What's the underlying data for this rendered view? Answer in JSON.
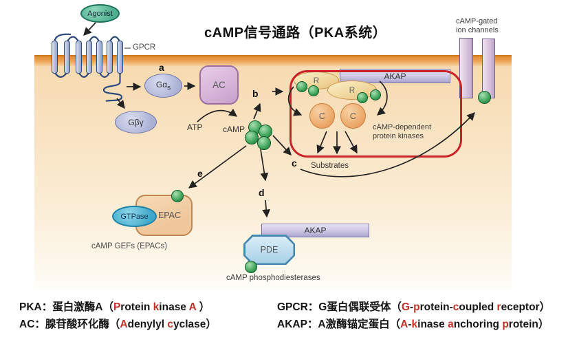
{
  "title": "cAMP信号通路（PKA系统）",
  "colors": {
    "membrane_orange": "#e28c2e",
    "camp_green": "#3fa45a",
    "pka_box_red": "#c92127",
    "legend_red": "#c03228"
  },
  "pathway": {
    "agonist": "Agonist",
    "gpcr": "GPCR",
    "g_alpha_prefix": "Gα",
    "g_alpha_sub": "s",
    "g_beta_gamma": "Gβγ",
    "ac": "AC",
    "atp": "ATP",
    "camp": "cAMP",
    "r_subunit": "R",
    "c_subunit": "C",
    "akap": "AKAP",
    "substrates": "Substrates",
    "pka_caption_line1": "cAMP-dependent",
    "pka_caption_line2": "protein kinases",
    "ion_channel_line1": "cAMP-gated",
    "ion_channel_line2": "ion channels",
    "epac": "EPAC",
    "gtpase": "GTPase",
    "gefs_caption": "cAMP GEFs (EPACs)",
    "pde": "PDE",
    "pde_caption": "cAMP phosphodiesterases",
    "step_a": "a",
    "step_b": "b",
    "step_c": "c",
    "step_d": "d",
    "step_e": "e"
  },
  "legend": {
    "red_color": "#c03228",
    "items": [
      {
        "abbr": "PKA：",
        "cn": "蛋白激酶A",
        "open": "（",
        "close": "）",
        "en": [
          {
            "t": "P",
            "red": true
          },
          {
            "t": "rotein "
          },
          {
            "t": "k",
            "red": true
          },
          {
            "t": "inase "
          },
          {
            "t": "A",
            "red": true
          },
          {
            "t": " "
          }
        ]
      },
      {
        "abbr": "AC：",
        "cn": "腺苷酸环化酶",
        "open": "（",
        "close": "）",
        "en": [
          {
            "t": "A",
            "red": true
          },
          {
            "t": "denylyl "
          },
          {
            "t": "c",
            "red": true
          },
          {
            "t": "yclase"
          }
        ]
      },
      {
        "abbr": "GPCR：",
        "cn": "G蛋白偶联受体",
        "open": "（",
        "close": "）",
        "en": [
          {
            "t": "G",
            "red": true
          },
          {
            "t": "-"
          },
          {
            "t": "p",
            "red": true
          },
          {
            "t": "rotein-"
          },
          {
            "t": "c",
            "red": true
          },
          {
            "t": "oupled "
          },
          {
            "t": "r",
            "red": true
          },
          {
            "t": "eceptor"
          }
        ]
      },
      {
        "abbr": "AKAP：",
        "cn": "A激酶锚定蛋白",
        "open": "（",
        "close": "）",
        "en": [
          {
            "t": "A",
            "red": true
          },
          {
            "t": "-"
          },
          {
            "t": "k",
            "red": true
          },
          {
            "t": "inase "
          },
          {
            "t": "a",
            "red": true
          },
          {
            "t": "nchoring "
          },
          {
            "t": "p",
            "red": true
          },
          {
            "t": "rotein"
          }
        ]
      }
    ]
  }
}
